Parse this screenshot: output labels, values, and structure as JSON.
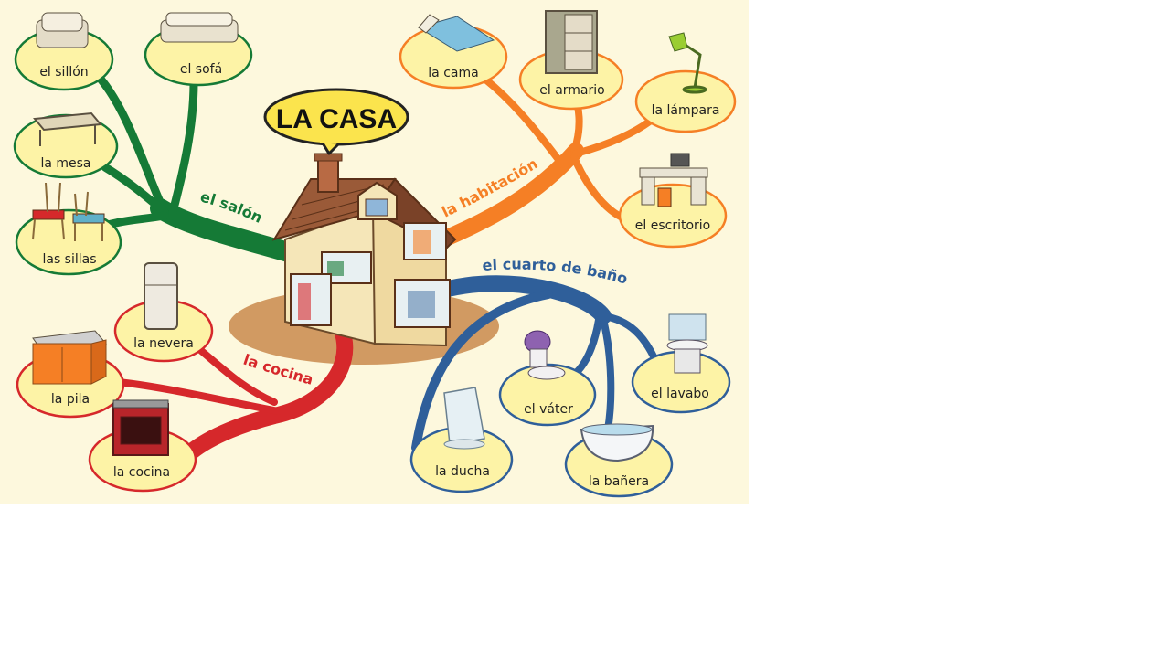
{
  "title": "LA CASA",
  "colors": {
    "background": "#fdf8dd",
    "salon": "#157a36",
    "habitacion": "#f57f25",
    "cocina": "#d6282b",
    "bano": "#2f5f9a",
    "bubble": "#fbe44d",
    "node_fill": "#fdf3a6"
  },
  "branches": {
    "salon": {
      "label": "el salón",
      "items": [
        {
          "label": "el sillón",
          "icon": "armchair-icon"
        },
        {
          "label": "el sofá",
          "icon": "sofa-icon"
        },
        {
          "label": "la mesa",
          "icon": "table-icon"
        },
        {
          "label": "las sillas",
          "icon": "chairs-icon"
        }
      ]
    },
    "habitacion": {
      "label": "la habitación",
      "items": [
        {
          "label": "la cama",
          "icon": "bed-icon"
        },
        {
          "label": "el armario",
          "icon": "wardrobe-icon"
        },
        {
          "label": "la lámpara",
          "icon": "lamp-icon"
        },
        {
          "label": "el escritorio",
          "icon": "desk-icon"
        }
      ]
    },
    "cocina": {
      "label": "la cocina",
      "items": [
        {
          "label": "la nevera",
          "icon": "fridge-icon"
        },
        {
          "label": "la pila",
          "icon": "sink-icon"
        },
        {
          "label": "la cocina",
          "icon": "stove-icon"
        }
      ]
    },
    "bano": {
      "label": "el cuarto de baño",
      "items": [
        {
          "label": "el váter",
          "icon": "toilet-icon"
        },
        {
          "label": "el lavabo",
          "icon": "washbasin-icon"
        },
        {
          "label": "la ducha",
          "icon": "shower-icon"
        },
        {
          "label": "la bañera",
          "icon": "bathtub-icon"
        }
      ]
    }
  }
}
